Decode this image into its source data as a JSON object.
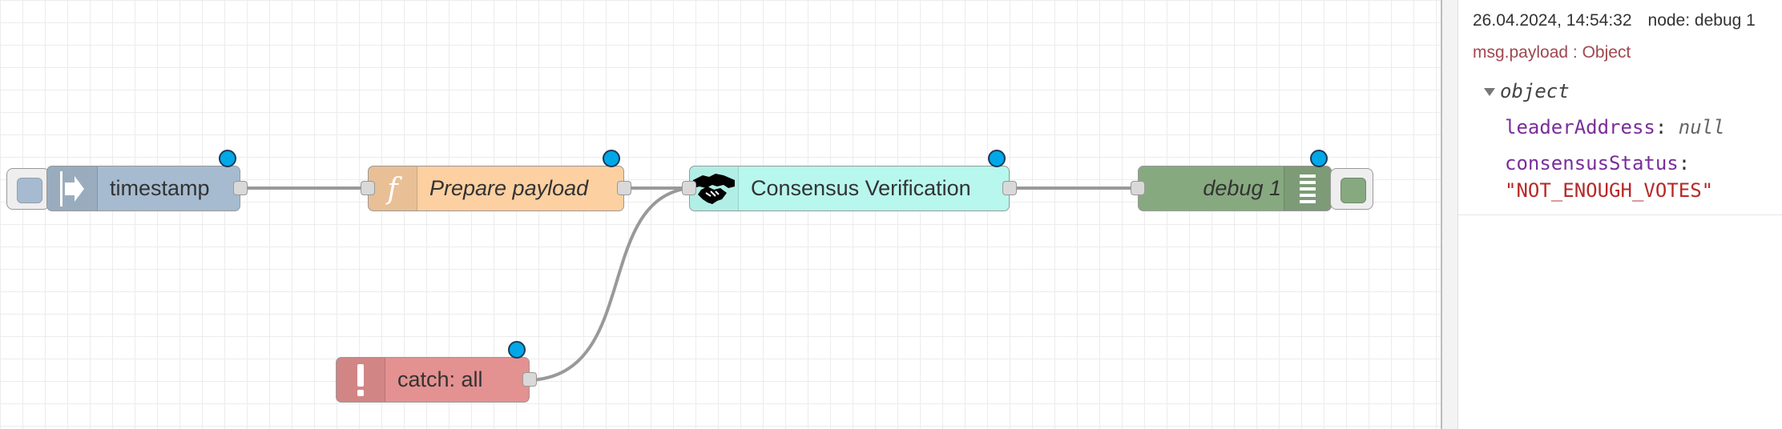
{
  "colors": {
    "inject": "#a6bbcf",
    "function": "#fdd0a2",
    "consensus": "#b7f7ee",
    "debug": "#87a980",
    "catch": "#e49191",
    "wire": "#999999",
    "status_dot": "#00a8e8"
  },
  "nodes": {
    "inject": {
      "label": "timestamp",
      "icon": "arrow-in-icon"
    },
    "function": {
      "label": "Prepare payload",
      "icon": "function-icon"
    },
    "consensus": {
      "label": "Consensus Verification",
      "icon": "handshake-icon"
    },
    "debug": {
      "label": "debug 1",
      "icon": "list-icon"
    },
    "catch": {
      "label": "catch: all",
      "icon": "exclamation-icon"
    }
  },
  "debug_panel": {
    "timestamp": "26.04.2024, 14:54:32",
    "node": "node: debug 1",
    "topic": "msg.payload : Object",
    "root_type": "object",
    "properties": [
      {
        "key": "leaderAddress",
        "value": "null"
      },
      {
        "key": "consensusStatus",
        "value": "\"NOT_ENOUGH_VOTES\""
      }
    ]
  }
}
